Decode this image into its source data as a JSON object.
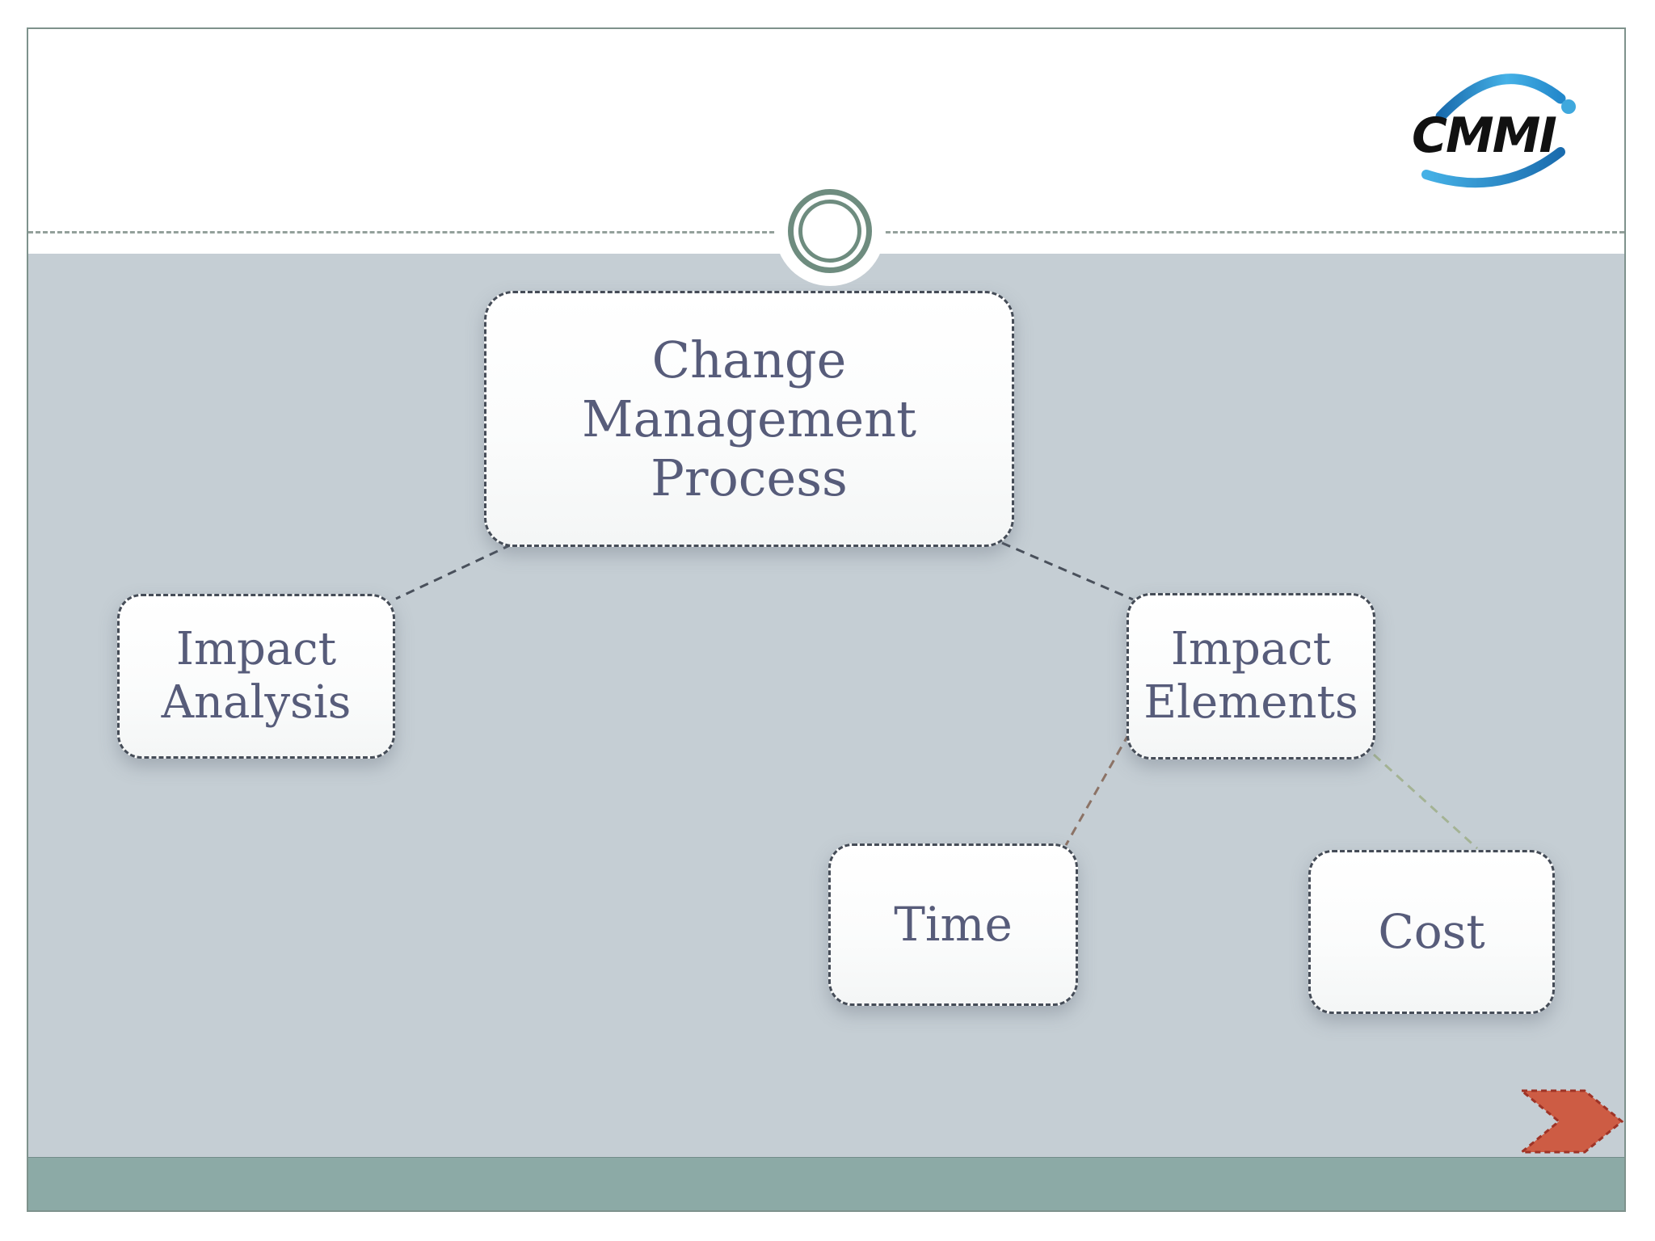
{
  "logo": {
    "text": "CMMI",
    "text_color": "#111111",
    "swoosh_light": "#45b1e6",
    "swoosh_dark": "#1a6cae"
  },
  "diagram": {
    "nodes": [
      {
        "id": "change-management-process",
        "label": "Change Management Process"
      },
      {
        "id": "impact-analysis",
        "label": "Impact Analysis"
      },
      {
        "id": "impact-elements",
        "label": "Impact Elements"
      },
      {
        "id": "time",
        "label": "Time"
      },
      {
        "id": "cost",
        "label": "Cost"
      }
    ],
    "edges": [
      {
        "from": "change-management-process",
        "to": "impact-analysis",
        "color": "#49505b"
      },
      {
        "from": "change-management-process",
        "to": "impact-elements",
        "color": "#49505b"
      },
      {
        "from": "impact-elements",
        "to": "time",
        "color": "#8c7366"
      },
      {
        "from": "impact-elements",
        "to": "cost",
        "color": "#a4b394"
      }
    ]
  },
  "colors": {
    "content_background": "#c5ced4",
    "footer_band": "#8caaa6",
    "slide_border": "#7e928c",
    "node_border": "#454c57",
    "node_text": "#575c7a",
    "ornament_ring": "#6e8c7f",
    "arrow_fill": "#cd5c44",
    "arrow_border": "#9e3326"
  }
}
